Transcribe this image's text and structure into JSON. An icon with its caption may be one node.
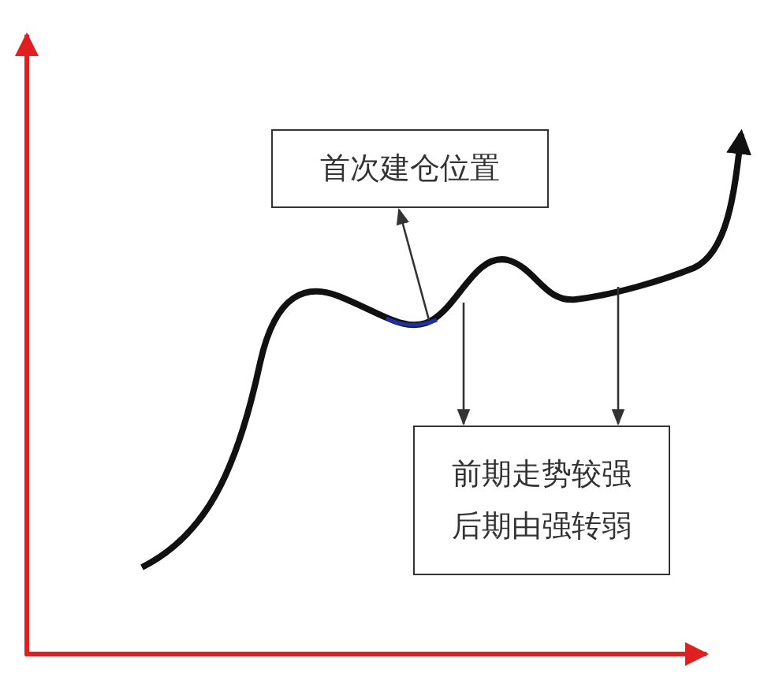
{
  "diagram": {
    "nodes": [
      {
        "text": [
          "首次建仓位置"
        ]
      },
      {
        "text": [
          "前期走势较强",
          "后期由强转弱"
        ]
      }
    ],
    "edges": [
      {
        "from": null,
        "to": 0,
        "arrow": "to"
      },
      {
        "from": null,
        "to": 1,
        "arrow": "to"
      },
      {
        "from": null,
        "to": 1,
        "arrow": "to"
      }
    ]
  }
}
